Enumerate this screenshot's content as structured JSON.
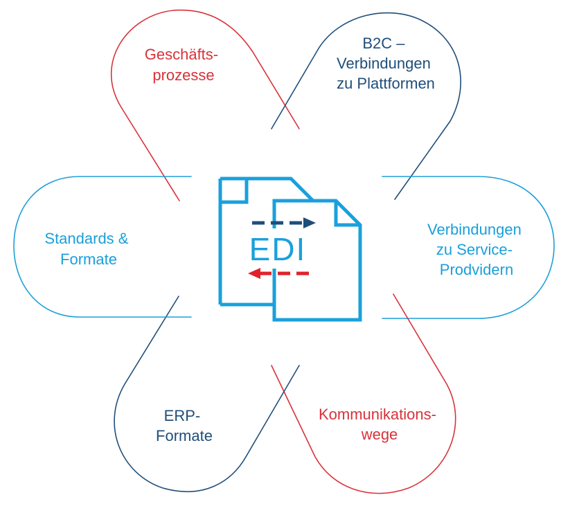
{
  "center": {
    "label": "EDI",
    "document_color": "#1aa0dc",
    "arrow_out_color": "#1f4e79",
    "arrow_in_color": "#e0222b"
  },
  "petals": [
    {
      "id": "geschaeftsprozesse",
      "color": "#d8323a",
      "lines": [
        "Geschäfts-",
        "prozesse"
      ]
    },
    {
      "id": "b2c",
      "color": "#1f4e79",
      "lines": [
        "B2C –",
        "Verbindungen",
        "zu Plattformen"
      ]
    },
    {
      "id": "service-provider",
      "color": "#1a9fda",
      "lines": [
        "Verbindungen",
        "zu Service-",
        "Prodvidern"
      ]
    },
    {
      "id": "kommunikationswege",
      "color": "#d8323a",
      "lines": [
        "Kommunikations-",
        "wege"
      ]
    },
    {
      "id": "erp",
      "color": "#1f4e79",
      "lines": [
        "ERP-",
        "Formate"
      ]
    },
    {
      "id": "standards",
      "color": "#1a9fda",
      "lines": [
        "Standards &",
        "Formate"
      ]
    }
  ]
}
